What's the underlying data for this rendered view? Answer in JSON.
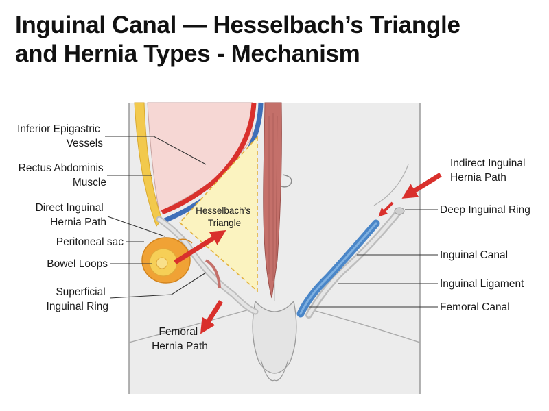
{
  "title": {
    "line1": "Inguinal Canal — Hesselbach’s Triangle",
    "line2": "and Hernia Types - Mechanism"
  },
  "labels_left": {
    "inferior_epigastric": [
      "Inferior Epigastric",
      "Vessels"
    ],
    "rectus_abdominis": [
      "Rectus Abdominis",
      "Muscle"
    ],
    "direct_hernia": [
      "Direct Inguinal",
      "Hernia Path"
    ],
    "peritoneal_sac": "Peritoneal sac",
    "bowel_loops": "Bowel Loops",
    "superficial_ring": [
      "Superficial",
      "Inguinal Ring"
    ]
  },
  "labels_center": {
    "hesselbach": [
      "Hesselbach’s",
      "Triangle"
    ],
    "femoral_hernia": [
      "Femoral",
      "Hernia Path"
    ]
  },
  "labels_right": {
    "indirect_hernia": [
      "Indirect Inguinal",
      "Hernia Path"
    ],
    "deep_ring": "Deep Inguinal Ring",
    "inguinal_canal": "Inguinal Canal",
    "inguinal_ligament": "Inguinal Ligament",
    "femoral_canal": "Femoral Canal"
  },
  "colors": {
    "body_fill": "#ececec",
    "outline": "#9a9a9a",
    "artery": "#d9302c",
    "vein": "#3f6fb8",
    "canal": "#4a86c8",
    "muscle": "#c4706a",
    "fat": "#f2c94c",
    "triangle": "#fbf3c0",
    "triangle_edge": "#e3b23c",
    "sac": "#f0a235",
    "arrow": "#d9302c"
  }
}
